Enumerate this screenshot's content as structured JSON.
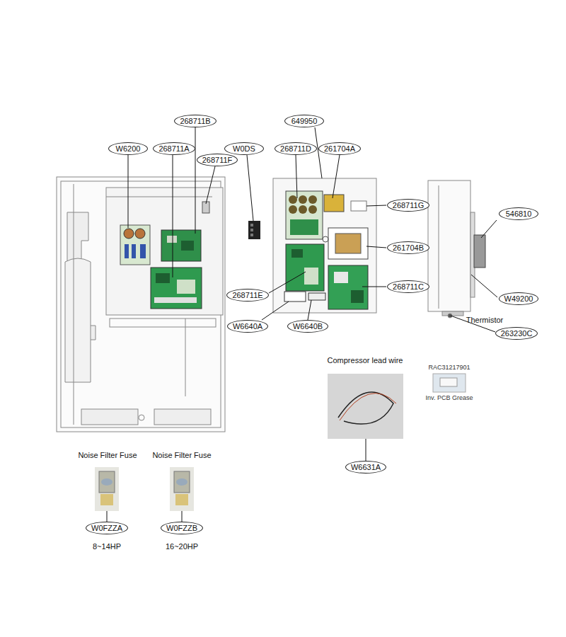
{
  "diagram": {
    "nodes": [
      {
        "text": [
          "268711B"
        ]
      },
      {
        "text": [
          "W6200"
        ]
      },
      {
        "text": [
          "268711A"
        ]
      },
      {
        "text": [
          "268711F"
        ]
      },
      {
        "text": [
          "W0DS"
        ]
      },
      {
        "text": [
          "649950"
        ]
      },
      {
        "text": [
          "268711D"
        ]
      },
      {
        "text": [
          "261704A"
        ]
      },
      {
        "text": [
          "268711G"
        ]
      },
      {
        "text": [
          "546810"
        ]
      },
      {
        "text": [
          "261704B"
        ]
      },
      {
        "text": [
          "268711E"
        ]
      },
      {
        "text": [
          "268711C"
        ]
      },
      {
        "text": [
          "W49200"
        ]
      },
      {
        "text": [
          "W6640A"
        ]
      },
      {
        "text": [
          "W6640B"
        ]
      },
      {
        "text": [
          "263230C"
        ]
      },
      {
        "text": [
          "W6631A"
        ]
      },
      {
        "text": [
          "W0FZZA"
        ]
      },
      {
        "text": [
          "W0FZZB"
        ]
      }
    ],
    "labels": [
      "Thermistor",
      "RAC31217901",
      "Inv. PCB Grease",
      "Compressor lead wire",
      "Noise Filter Fuse",
      "Noise Filter Fuse",
      "8~14HP",
      "16~20HP"
    ]
  }
}
